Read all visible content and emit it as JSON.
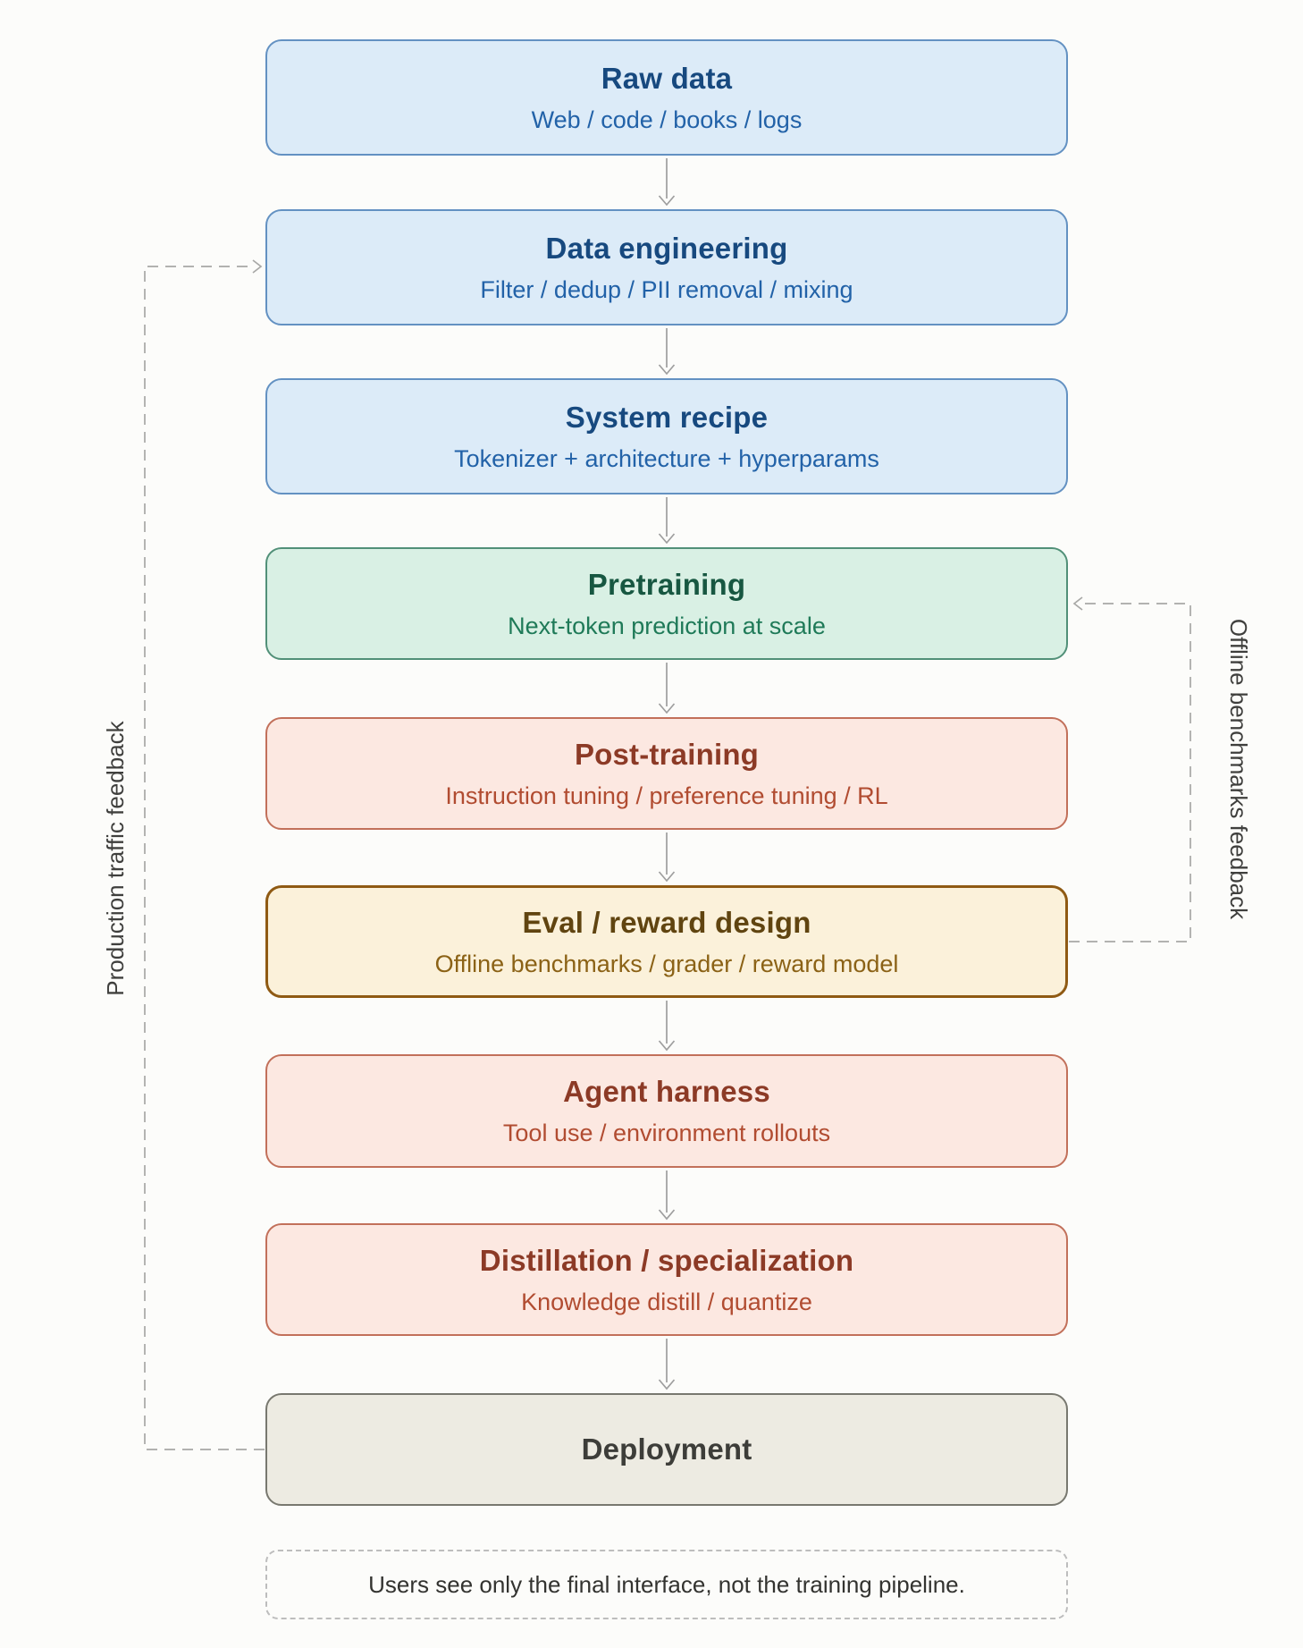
{
  "diagram": {
    "title_hint": "LLM training pipeline flowchart",
    "background_color": "#fcfcfa",
    "connector_color": "#9e9e9e",
    "feedback_connector_color": "#a8a8a6",
    "nodes": [
      {
        "id": "raw-data",
        "title": "Raw data",
        "subtitle": "Web / code / books / logs",
        "fill": "#dcebf8",
        "border": "#6391c2",
        "title_color": "#17497f",
        "subtitle_color": "#2262a8"
      },
      {
        "id": "data-eng",
        "title": "Data engineering",
        "subtitle": "Filter / dedup / PII removal / mixing",
        "fill": "#dcebf8",
        "border": "#6391c2",
        "title_color": "#17497f",
        "subtitle_color": "#2262a8"
      },
      {
        "id": "system-recipe",
        "title": "System recipe",
        "subtitle": "Tokenizer + architecture + hyperparams",
        "fill": "#dcebf8",
        "border": "#6391c2",
        "title_color": "#17497f",
        "subtitle_color": "#2262a8"
      },
      {
        "id": "pretraining",
        "title": "Pretraining",
        "subtitle": "Next-token prediction at scale",
        "fill": "#d9f0e4",
        "border": "#519078",
        "title_color": "#175741",
        "subtitle_color": "#1f7a58"
      },
      {
        "id": "post-training",
        "title": "Post-training",
        "subtitle": "Instruction tuning / preference tuning / RL",
        "fill": "#fce8e1",
        "border": "#c2705a",
        "title_color": "#8c3a26",
        "subtitle_color": "#b14c31"
      },
      {
        "id": "eval-reward",
        "title": "Eval / reward design",
        "subtitle": "Offline benchmarks / grader / reward model",
        "fill": "#fbf1da",
        "border": "#8f5a13",
        "title_color": "#604410",
        "subtitle_color": "#8b6216"
      },
      {
        "id": "agent-harness",
        "title": "Agent harness",
        "subtitle": "Tool use / environment rollouts",
        "fill": "#fce8e1",
        "border": "#c2705a",
        "title_color": "#8c3a26",
        "subtitle_color": "#b14c31"
      },
      {
        "id": "distillation",
        "title": "Distillation / specialization",
        "subtitle": "Knowledge distill / quantize",
        "fill": "#fce8e1",
        "border": "#c2705a",
        "title_color": "#8c3a26",
        "subtitle_color": "#b14c31"
      },
      {
        "id": "deployment",
        "title": "Deployment",
        "subtitle": "",
        "fill": "#edebe2",
        "border": "#78786f",
        "title_color": "#3d3d39",
        "subtitle_color": ""
      }
    ],
    "feedback": {
      "left": {
        "label": "Production traffic feedback",
        "from": "deployment",
        "to": "data-eng"
      },
      "right": {
        "label": "Offline benchmarks feedback",
        "from": "eval-reward",
        "to": "pretraining"
      }
    },
    "note": {
      "text": "Users see only the final interface, not the training pipeline."
    }
  }
}
